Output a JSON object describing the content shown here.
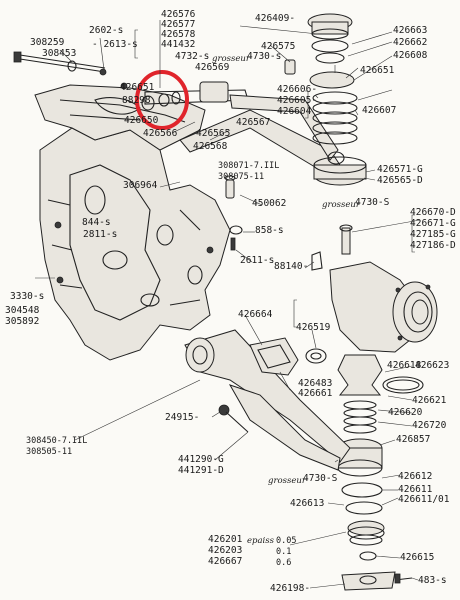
{
  "labels": {
    "l308259": "308259",
    "l308453": "308453",
    "l2602": "2602-s",
    "l2613": "- 2613-s",
    "l426576": "426576",
    "l426577": "426577",
    "l426578": "426578",
    "l441432": "441432",
    "l426409": "426409-",
    "l426663": "426663",
    "l426662": "426662",
    "l426608": "426608",
    "l426575": "426575",
    "l4732": "4732-s",
    "l4730top": "4730-s",
    "l426569": "426569",
    "l426651": "426651",
    "l426651b": "426651",
    "l88298": "88298",
    "l426606": "426606-",
    "l426605": "426605-",
    "l426604": "426604",
    "l426607": "426607",
    "l426650": "426650",
    "l426567": "426567",
    "l426566": "426566",
    "l426565": "426565",
    "l426568": "426568",
    "l308071": "308071-7.IIL",
    "l308075": "308075-11",
    "l306964": "306964",
    "l426571": "426571-G",
    "l426565d": "426565-D",
    "l4730mid": "4730-S",
    "l450062": "450062",
    "l844": "844-s",
    "l2811": "2811-s",
    "l858": "858-s",
    "l426670": "426670-D",
    "l426671": "426671-G",
    "l427185": "427185-G",
    "l427186": "427186-D",
    "l2611": "2611-s",
    "l88140": "88140-",
    "l3330": "3330-s",
    "l304548": "304548",
    "l305892": "305892",
    "l426664": "426664",
    "l426519": "426519",
    "l426618": "426618",
    "l426623": "426623",
    "l426483": "426483",
    "l426661": "426661",
    "l426621": "426621",
    "l426620": "426620",
    "l24915": "24915-",
    "l426720": "426720",
    "l426857": "426857",
    "l308450": "308450-7.IIL",
    "l308505": "308505-11",
    "l441290": "441290-G",
    "l441291": "441291-D",
    "l4730low": "4730-S",
    "l426612": "426612",
    "l426611": "426611",
    "l426611b": "426611/01",
    "l426613": "426613",
    "l426201": "426201",
    "l426203": "426203",
    "l426667": "426667",
    "l426615": "426615",
    "l426198": "426198-",
    "l483": "483-s",
    "c005": "0.05",
    "c01": "0.1",
    "c06": "0.6",
    "grosseur1": "grosseur",
    "grosseur2": "grosseur",
    "grosseur3": "grosseur",
    "epaisseur": "epaiss"
  },
  "highlight": {
    "color": "#e0242b",
    "target": "426651 / 88298"
  }
}
